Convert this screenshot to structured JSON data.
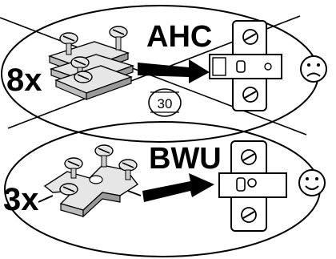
{
  "panels": [
    {
      "id": "top",
      "quantity": "8x",
      "code": "AHC",
      "dimension": "30",
      "verdict": "sad-face"
    },
    {
      "id": "bottom",
      "quantity": "3x",
      "code": "BWU",
      "verdict": "smiley-face"
    }
  ],
  "colors": {
    "ink": "#000000",
    "paper": "#ffffff",
    "metal": "#e6e6e6",
    "shade": "#9a9a9a"
  }
}
